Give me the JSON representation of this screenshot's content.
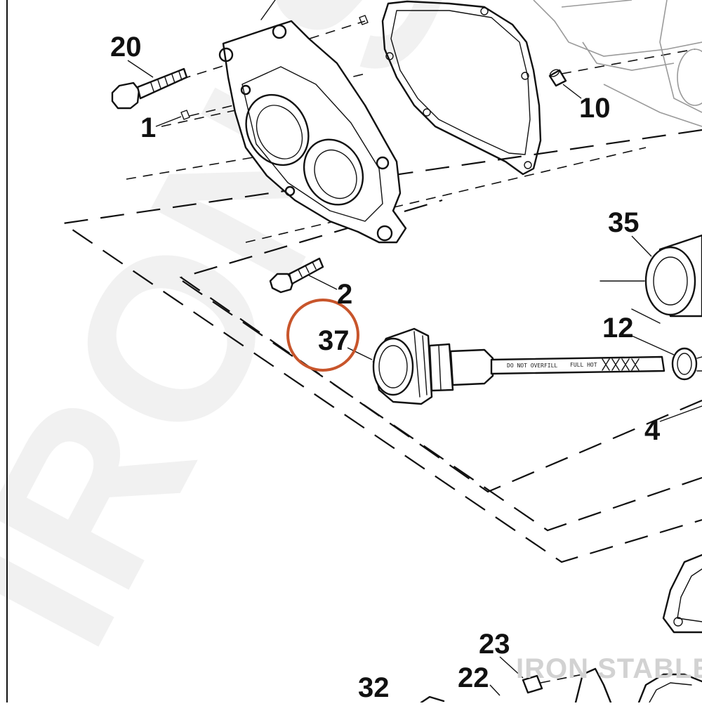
{
  "diagram": {
    "part_labels": {
      "p20": "20",
      "p1": "1",
      "p10": "10",
      "p35": "35",
      "p2": "2",
      "p37": "37",
      "p12": "12",
      "p4": "4",
      "p23": "23",
      "p22": "22",
      "p32": "32"
    },
    "highlight_color": "#c8552b",
    "watermark_text": "IRON ST",
    "brand_text": "IRON STABLE",
    "dipstick_markings": {
      "full_hot": "FULL HOT",
      "do_not_overfill": "DO NOT OVERFILL"
    }
  }
}
